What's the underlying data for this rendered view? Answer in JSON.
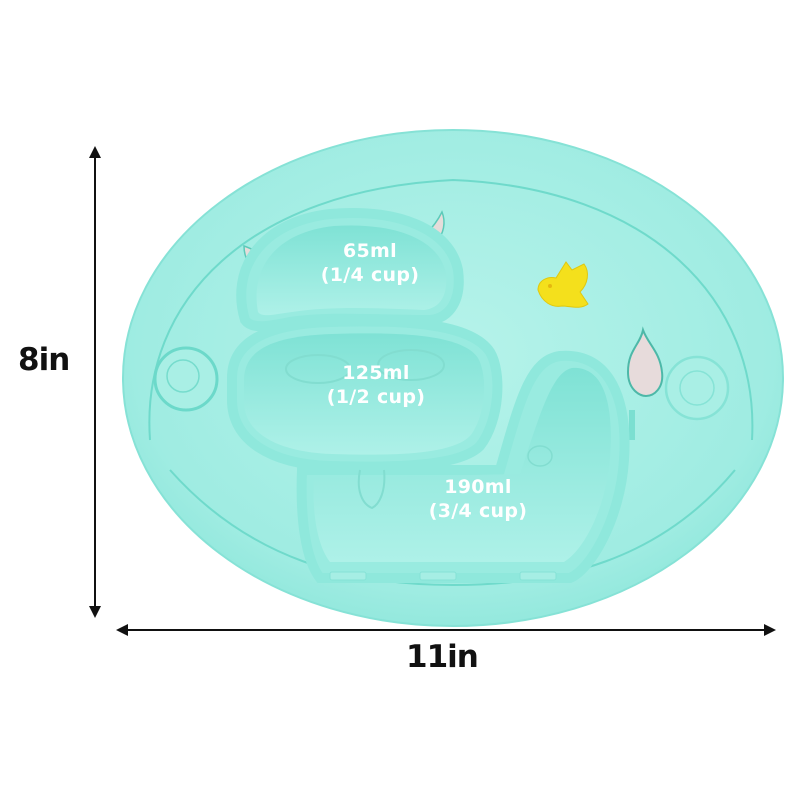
{
  "image": {
    "subject": "silicone-suction-plate-cow",
    "background_color": "#ffffff",
    "plate_color": "#9deee4",
    "plate_shadow_color": "#5fd8c9",
    "accent_colors": {
      "bird": "#f5e21a",
      "horns_and_tail": "#e8dedc",
      "arrows_and_labels": "#111111",
      "capacity_text": "#ffffff"
    }
  },
  "dimensions": {
    "height_label": "8in",
    "width_label": "11in"
  },
  "compartments": [
    {
      "volume": "65ml",
      "cups": "(1/4 cup)"
    },
    {
      "volume": "125ml",
      "cups": "(1/2 cup)"
    },
    {
      "volume": "190ml",
      "cups": "(3/4 cup)"
    }
  ]
}
